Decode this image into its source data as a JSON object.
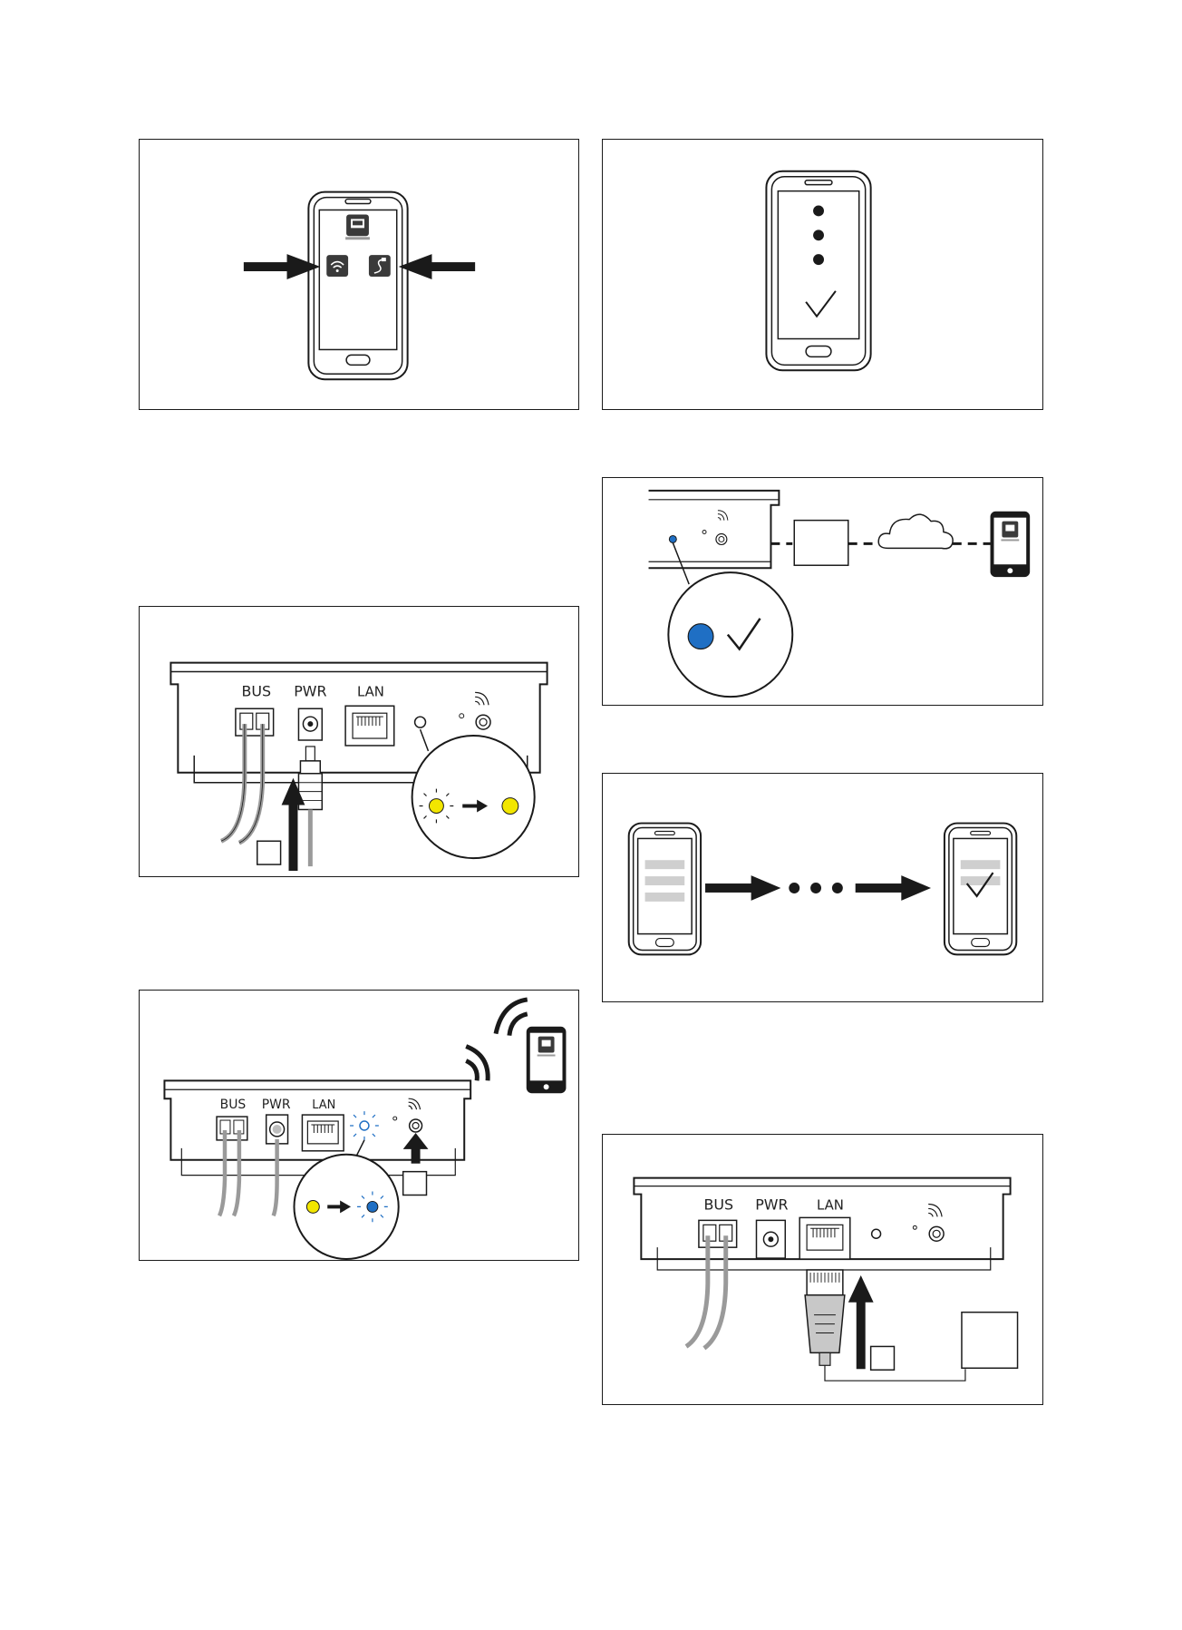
{
  "device_labels": {
    "bus": "BUS",
    "pwr": "PWR",
    "lan": "LAN"
  },
  "colors": {
    "led_yellow": "#f2e600",
    "led_blue": "#1f6fc4",
    "line": "#1a1a1a",
    "cable": "#9a9a9a"
  },
  "panels": [
    {
      "id": "app-connection-choice",
      "icons": [
        "app-icon",
        "wifi-icon",
        "lan-cable-icon",
        "arrow-icon"
      ]
    },
    {
      "id": "app-progress-done",
      "icons": [
        "dot-icon",
        "checkmark-icon"
      ]
    },
    {
      "id": "power-connect",
      "icons": [
        "power-plug-icon",
        "led-icon",
        "arrow-icon"
      ]
    },
    {
      "id": "online-status-ok",
      "icons": [
        "router-icon",
        "cloud-icon",
        "smartphone-icon",
        "checkmark-icon"
      ]
    },
    {
      "id": "wifi-pairing",
      "icons": [
        "wifi-signal-icon",
        "smartphone-icon",
        "wps-button-icon",
        "led-icon"
      ]
    },
    {
      "id": "app-setup-complete",
      "icons": [
        "smartphone-icon",
        "arrow-icon",
        "checkmark-icon"
      ]
    },
    {
      "id": "lan-connect",
      "icons": [
        "ethernet-plug-icon",
        "router-icon",
        "arrow-icon"
      ]
    }
  ]
}
